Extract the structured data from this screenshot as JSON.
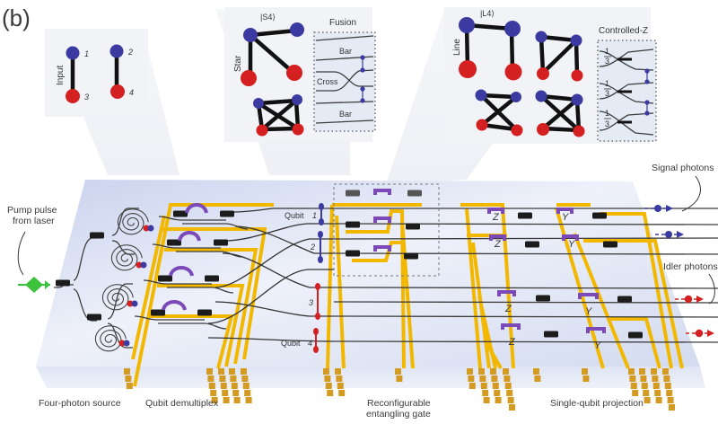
{
  "figure": {
    "panel_label": "(b)",
    "inset_input": {
      "axis_label": "Input",
      "node_labels": [
        "1",
        "2",
        "3",
        "4"
      ]
    },
    "inset_star": {
      "state_label": "|S4⟩",
      "axis_label": "Star",
      "fusion_title": "Fusion",
      "fusion_labels": [
        "Bar",
        "Cross",
        "Bar"
      ]
    },
    "inset_line": {
      "state_label": "|L4⟩",
      "axis_label": "Line",
      "cz_title": "Controlled-Z",
      "cz_fraction_num": "1",
      "cz_fraction_den": "3"
    },
    "chip": {
      "pump_label_line1": "Pump pulse",
      "pump_label_line2": "from laser",
      "qubit_labels": [
        "Qubit 1",
        "2",
        "3",
        "Qubit 4"
      ],
      "qubit_prefix": "Qubit",
      "qubit_numbers": [
        "1",
        "2",
        "3",
        "4"
      ],
      "gate_z": "Z",
      "gate_y": "Y",
      "signal_label": "Signal photons",
      "idler_label": "Idler photons"
    },
    "sections": [
      {
        "label": "Four-photon source"
      },
      {
        "label": "Qubit demultiplex"
      },
      {
        "label_line1": "Reconfigurable",
        "label_line2": "entangling gate"
      },
      {
        "label": "Single-qubit projection"
      }
    ],
    "colors": {
      "qubit_blue": "#3a3aa0",
      "qubit_red": "#d42020",
      "electrode_gold": "#f2b800",
      "heater_purple": "#7b4ab8",
      "pump_green": "#3cc23c",
      "chip_surface": "#dde3f4"
    }
  }
}
